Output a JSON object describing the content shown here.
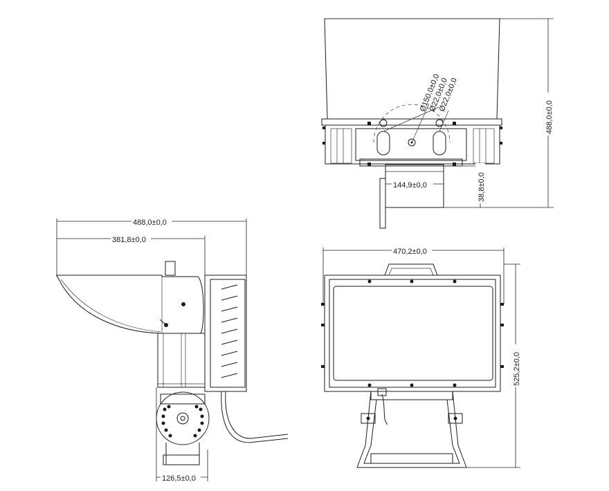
{
  "dimensions": {
    "top_height": "488,0±0,0",
    "top_d150": "Ø150,0±0,0",
    "top_d22a": "Ø22,0±0,0",
    "top_d22b": "Ø22,0±0,0",
    "top_width": "144,9±0,0",
    "top_offset": "38,8±0,0",
    "side_total": "488,0±0,0",
    "side_partial": "381,8±0,0",
    "side_bottom": "126,5±0,0",
    "front_width": "470,2±0,0",
    "front_height": "525,2±0,0"
  }
}
